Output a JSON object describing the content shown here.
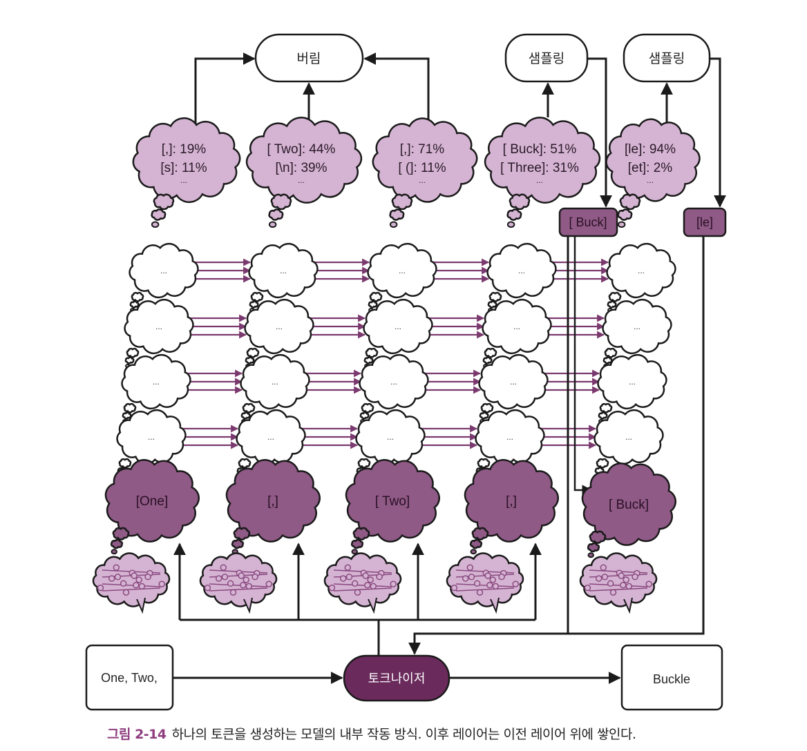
{
  "colors": {
    "light_purple": "#d5b4d3",
    "dark_purple": "#8f5a86",
    "token_box": "#8f5a86",
    "tokenizer": "#6a2a5c",
    "arrow_purple": "#7b3a6f",
    "line": "#1a1a1a"
  },
  "top": {
    "discard_label": "버림",
    "sample_labels": [
      "샘플링",
      "샘플링"
    ]
  },
  "prob_clouds": [
    {
      "lines": [
        "[,]: 19%",
        "[s]: 11%",
        "..."
      ]
    },
    {
      "lines": [
        "[ Two]: 44%",
        "[\\n]:   39%",
        "..."
      ]
    },
    {
      "lines": [
        "[,]:  71%",
        "[ (]: 11%",
        "..."
      ]
    },
    {
      "lines": [
        "[ Buck]:  51%",
        "[ Three]: 31%",
        "..."
      ]
    },
    {
      "lines": [
        "[le]: 94%",
        "[et]: 2%",
        "..."
      ]
    }
  ],
  "sampled_tokens": [
    "[ Buck]",
    "[le]"
  ],
  "hidden_cloud_label": "...",
  "token_clouds": [
    "[One]",
    "[,]",
    "[ Two]",
    "[,]",
    "[ Buck]"
  ],
  "icons": {
    "model": "brain-circuit-icon"
  },
  "input_box": "One, Two,",
  "tokenizer": "토크나이저",
  "output_box": "Buckle",
  "caption": {
    "number": "그림 2-14",
    "text": "하나의 토큰을 생성하는 모델의 내부 작동 방식. 이후 레이어는 이전 레이어 위에 쌓인다."
  }
}
